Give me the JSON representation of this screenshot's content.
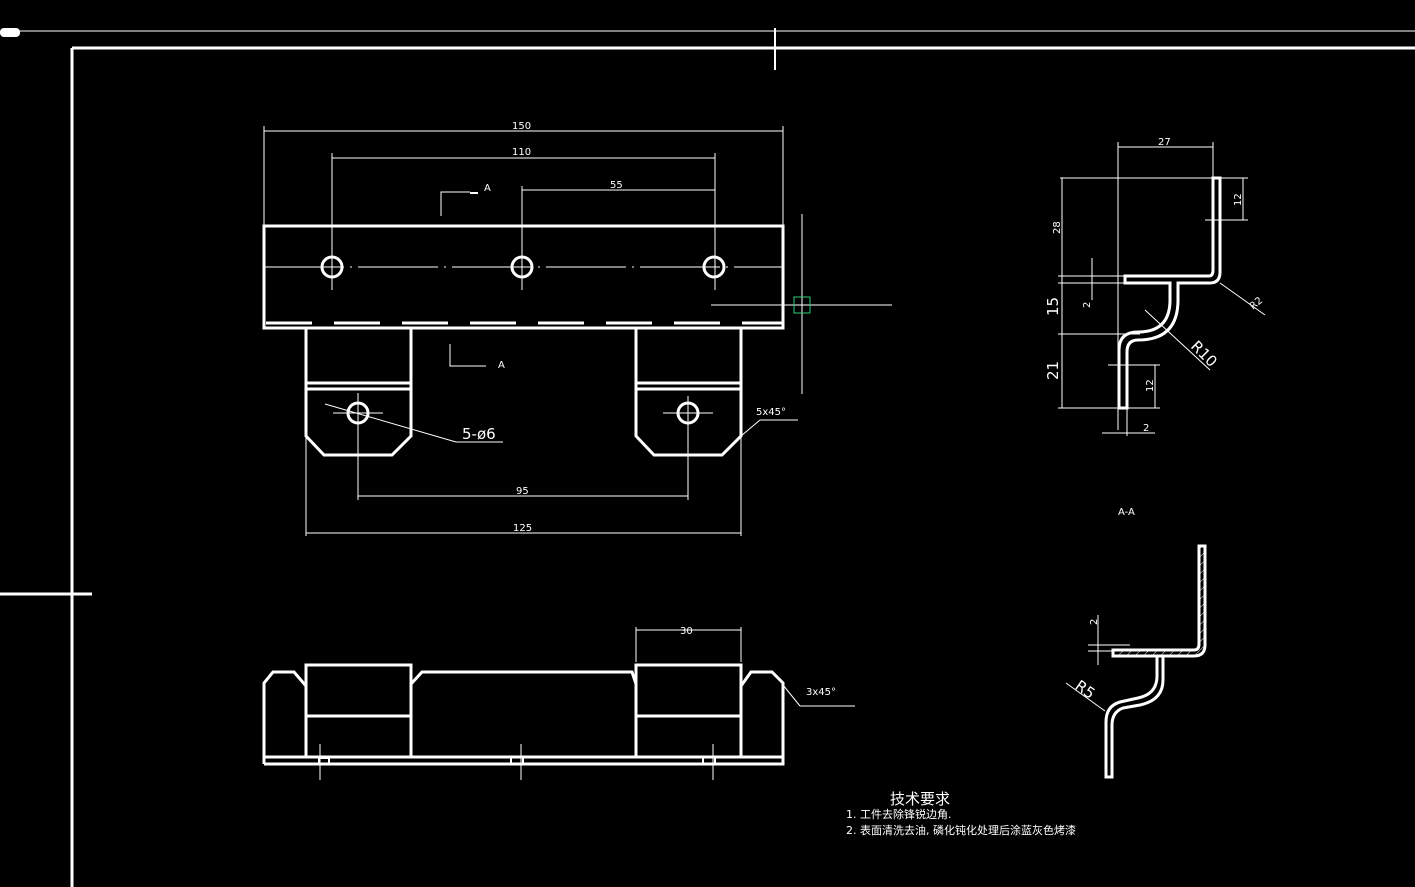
{
  "canvas": {
    "background": "#000000",
    "line_color": "#ffffff",
    "cursor_color": "#33cc77"
  },
  "top_view": {
    "dims": {
      "overall_width": "150",
      "hole_span": "110",
      "half_span": "55",
      "lower_span": "125",
      "lower_hole_span": "95"
    },
    "section_marker": "A",
    "hole_callout": "5-ø6",
    "chamfer_callout": "5x45°"
  },
  "front_view": {
    "dims": {
      "tab_width": "30"
    },
    "chamfer_callout": "3x45°"
  },
  "side_view": {
    "dims": {
      "width": "27",
      "height_top": "28",
      "flange_12_top": "12",
      "thickness_2": "2",
      "mid_15": "15",
      "bottom_21": "21",
      "flange_12_bottom": "12",
      "bottom_thickness_2": "2"
    },
    "radii": {
      "r2": "R2",
      "r10": "R10"
    }
  },
  "section_view": {
    "title": "A-A",
    "dims": {
      "thickness": "2"
    },
    "radii": {
      "r5": "R5"
    }
  },
  "tech_requirements": {
    "title": "技术要求",
    "items": [
      "1. 工件去除锋锐边角.",
      "2. 表面清洗去油, 磷化钝化处理后涂蓝灰色烤漆"
    ]
  }
}
